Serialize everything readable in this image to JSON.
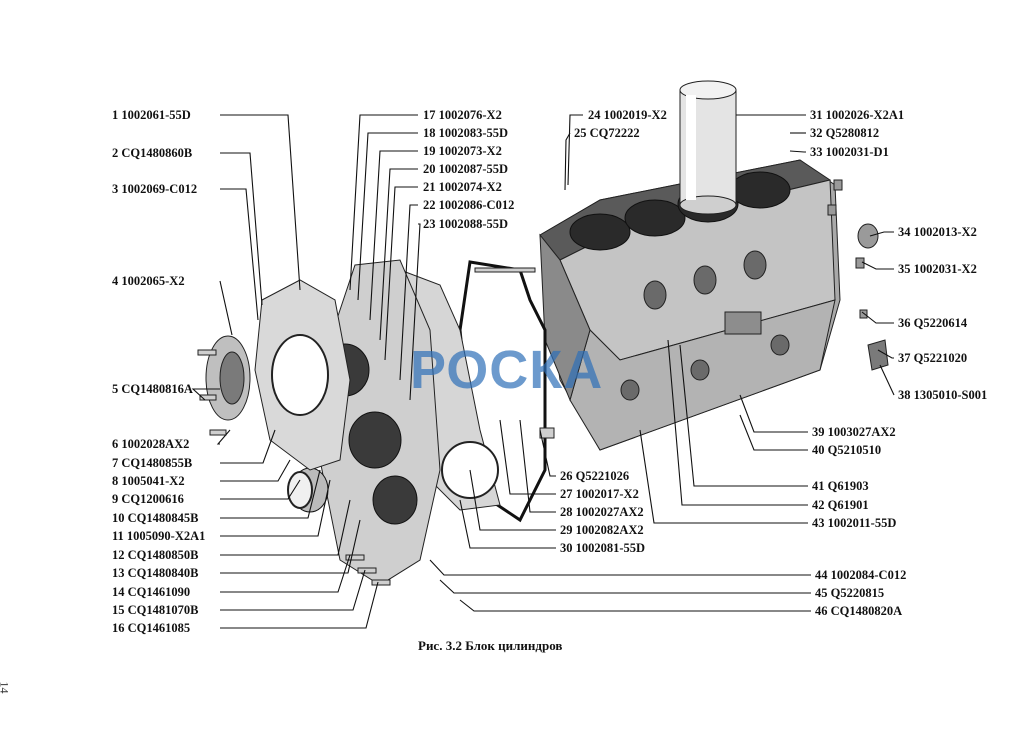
{
  "figure": {
    "caption": "Рис. 3.2 Блок цилиндров",
    "page_number": "14",
    "watermark": "РОСКА",
    "colors": {
      "line": "#111111",
      "part_fill": "#c9c9c9",
      "part_dark": "#3a3a3a",
      "watermark": "#2e6fb8"
    }
  },
  "callouts_left": [
    {
      "n": "1",
      "code": "1002061-55D"
    },
    {
      "n": "2",
      "code": "CQ1480860B"
    },
    {
      "n": "3",
      "code": "1002069-C012"
    },
    {
      "n": "4",
      "code": "1002065-X2"
    },
    {
      "n": "5",
      "code": "CQ1480816A"
    },
    {
      "n": "6",
      "code": "1002028AX2"
    },
    {
      "n": "7",
      "code": "CQ1480855B"
    },
    {
      "n": "8",
      "code": "1005041-X2"
    },
    {
      "n": "9",
      "code": "CQ1200616"
    },
    {
      "n": "10",
      "code": "CQ1480845B"
    },
    {
      "n": "11",
      "code": "1005090-X2A1"
    },
    {
      "n": "12",
      "code": "CQ1480850B"
    },
    {
      "n": "13",
      "code": "CQ1480840B"
    },
    {
      "n": "14",
      "code": "CQ1461090"
    },
    {
      "n": "15",
      "code": "CQ1481070B"
    },
    {
      "n": "16",
      "code": "CQ1461085"
    }
  ],
  "callouts_middle": [
    {
      "n": "17",
      "code": "1002076-X2"
    },
    {
      "n": "18",
      "code": "1002083-55D"
    },
    {
      "n": "19",
      "code": "1002073-X2"
    },
    {
      "n": "20",
      "code": "1002087-55D"
    },
    {
      "n": "21",
      "code": "1002074-X2"
    },
    {
      "n": "22",
      "code": "1002086-C012"
    },
    {
      "n": "23",
      "code": "1002088-55D"
    },
    {
      "n": "24",
      "code": "1002019-X2"
    },
    {
      "n": "25",
      "code": "CQ72222"
    },
    {
      "n": "26",
      "code": "Q5221026"
    },
    {
      "n": "27",
      "code": "1002017-X2"
    },
    {
      "n": "28",
      "code": "1002027AX2"
    },
    {
      "n": "29",
      "code": "1002082AX2"
    },
    {
      "n": "30",
      "code": "1002081-55D"
    }
  ],
  "callouts_right": [
    {
      "n": "31",
      "code": "1002026-X2A1"
    },
    {
      "n": "32",
      "code": "Q5280812"
    },
    {
      "n": "33",
      "code": "1002031-D1"
    },
    {
      "n": "34",
      "code": "1002013-X2"
    },
    {
      "n": "35",
      "code": "1002031-X2"
    },
    {
      "n": "36",
      "code": "Q5220614"
    },
    {
      "n": "37",
      "code": "Q5221020"
    },
    {
      "n": "38",
      "code": "1305010-S001"
    },
    {
      "n": "39",
      "code": "1003027AX2"
    },
    {
      "n": "40",
      "code": "Q5210510"
    },
    {
      "n": "41",
      "code": "Q61903"
    },
    {
      "n": "42",
      "code": "Q61901"
    },
    {
      "n": "43",
      "code": "1002011-55D"
    },
    {
      "n": "44",
      "code": "1002084-C012"
    },
    {
      "n": "45",
      "code": "Q5220815"
    },
    {
      "n": "46",
      "code": "CQ1480820A"
    }
  ]
}
